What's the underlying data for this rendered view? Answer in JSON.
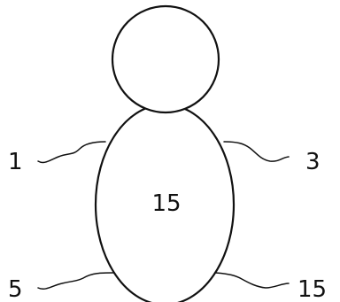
{
  "figure": {
    "head_label": "",
    "body_value": "15",
    "labels": {
      "top_left": "1",
      "top_right": "3",
      "bottom_left": "5",
      "bottom_right": "15"
    }
  }
}
